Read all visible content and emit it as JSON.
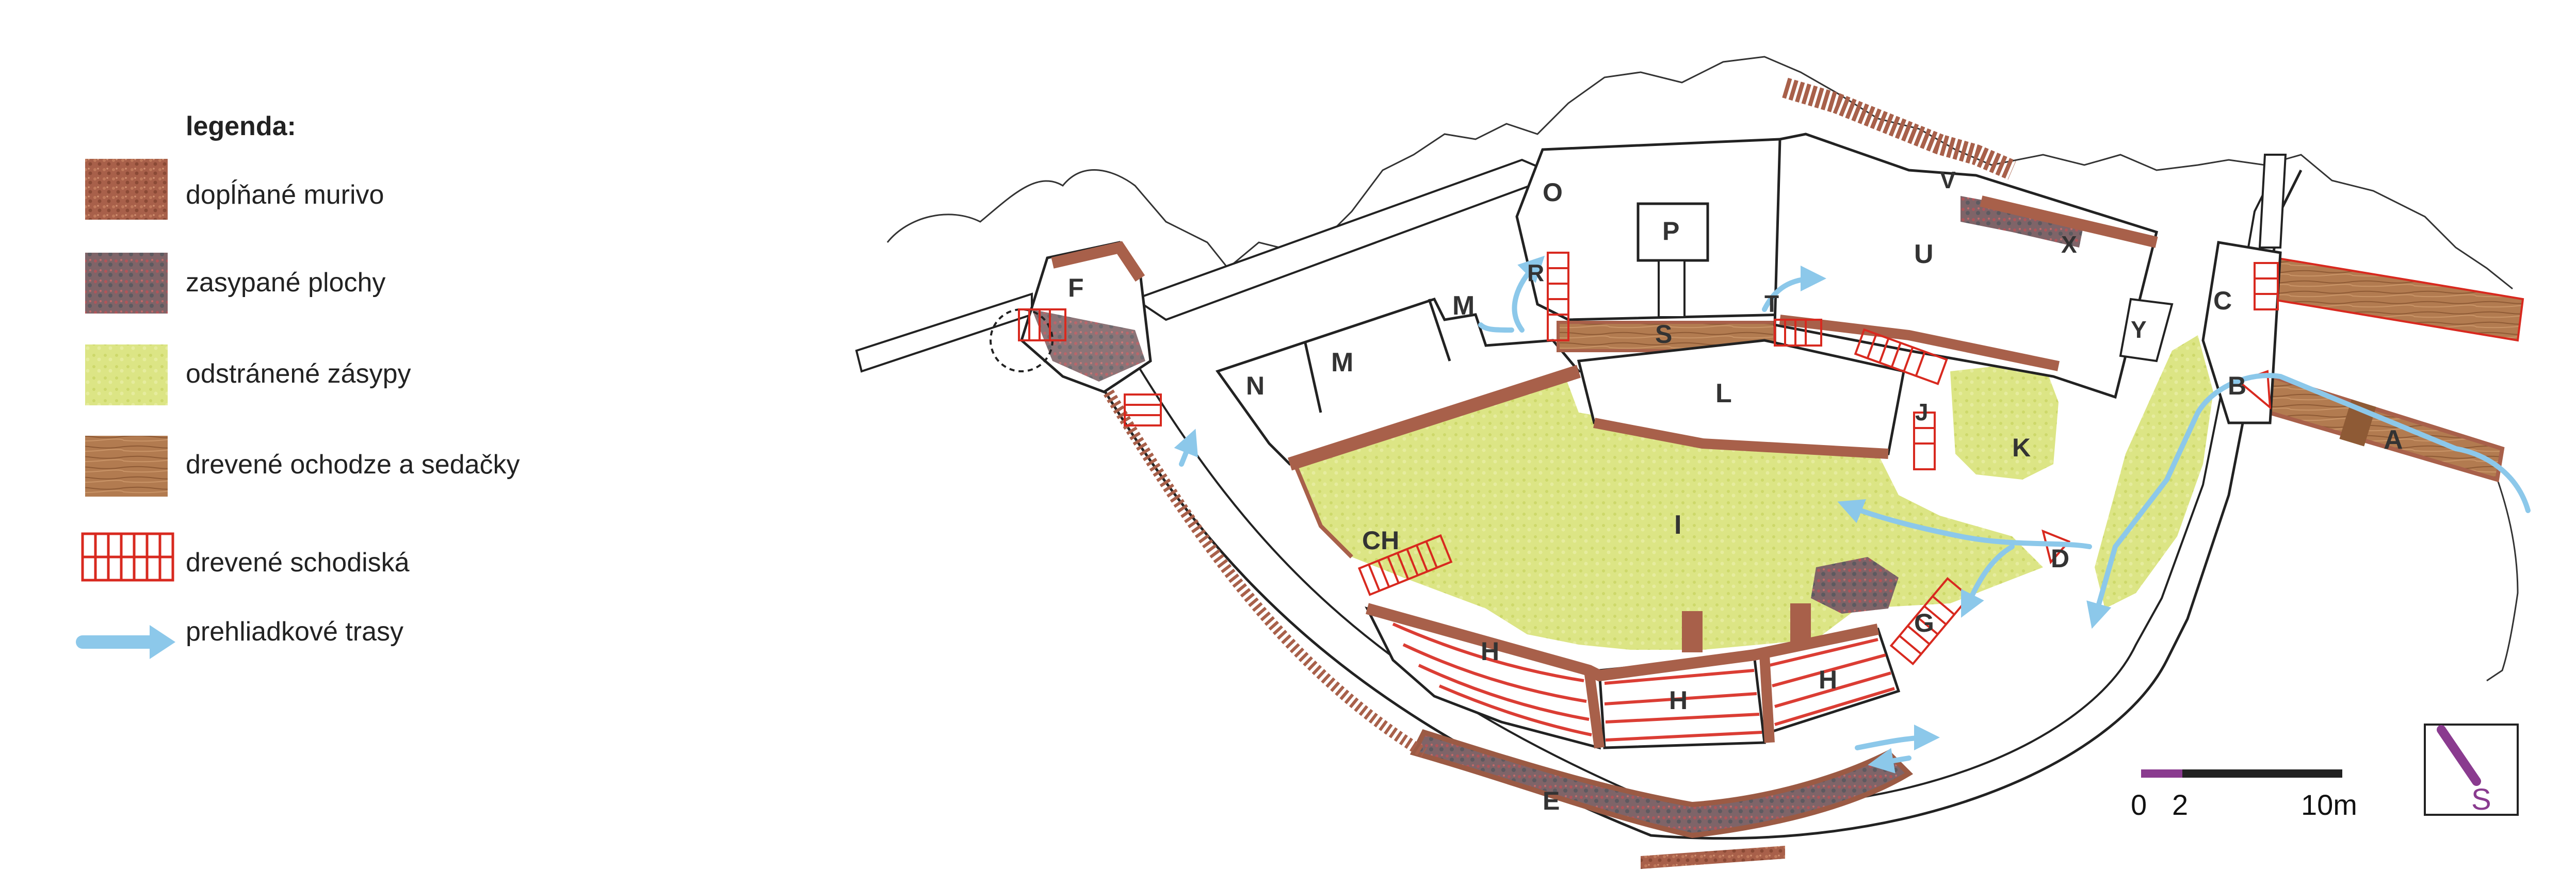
{
  "legend": {
    "title": "legenda:",
    "items": [
      {
        "label": "dopĺňané murivo",
        "icon": "brick-texture-swatch"
      },
      {
        "label": "zasypané plochy",
        "icon": "filled-area-swatch"
      },
      {
        "label": "odstránené zásypy",
        "icon": "removed-fill-swatch"
      },
      {
        "label": "drevené ochodze a sedačky",
        "icon": "wood-walkway-swatch"
      },
      {
        "label": "drevené schodiská",
        "icon": "wooden-stairs-swatch"
      },
      {
        "label": "prehliadkové trasy",
        "icon": "tour-route-arrow"
      }
    ]
  },
  "colors": {
    "masonry": "#a9624a",
    "filled": "#8d6a6e",
    "removed_fill": "#dde68a",
    "wood": "#b07a4f",
    "stairs": "#d8291f",
    "route": "#8cc8ea",
    "north_arrow": "#8a3b8f",
    "scale_accent": "#8a3b8f"
  },
  "map": {
    "labels": {
      "A": "A",
      "B": "B",
      "C": "C",
      "CH": "CH",
      "D": "D",
      "E": "E",
      "F": "F",
      "G": "G",
      "H1": "H",
      "H2": "H",
      "H3": "H",
      "I": "I",
      "J": "J",
      "K": "K",
      "L": "L",
      "M1": "M",
      "M2": "M",
      "N": "N",
      "O": "O",
      "P": "P",
      "R": "R",
      "S": "S",
      "T": "T",
      "U": "U",
      "V": "V",
      "X": "X",
      "Y": "Y"
    }
  },
  "scale": {
    "zero": "0",
    "two": "2",
    "end": "10m"
  },
  "north": {
    "letter": "S"
  }
}
